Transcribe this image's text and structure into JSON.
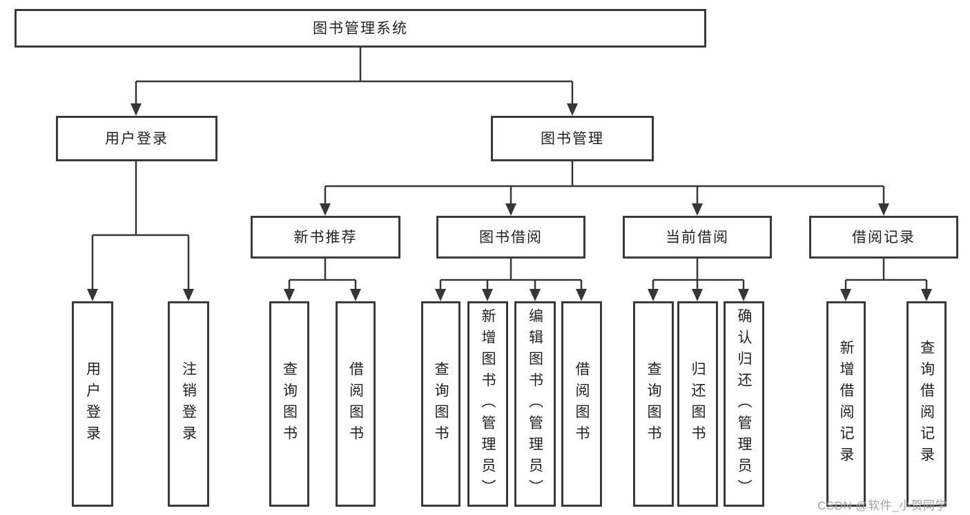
{
  "diagram": {
    "type": "hierarchy-tree",
    "colors": {
      "line": "#363636",
      "box_border": "#3a3a3a",
      "text": "#1f1f1f",
      "background": "#ffffff",
      "watermark": "#a3a3a3"
    },
    "tree": {
      "root": {
        "label": "图书管理系统"
      },
      "branches": [
        {
          "label": "用户登录",
          "leaves": [
            {
              "label": "用户登录"
            },
            {
              "label": "注销登录"
            }
          ]
        },
        {
          "label": "图书管理",
          "groups": [
            {
              "label": "新书推荐",
              "leaves": [
                {
                  "label": "查询图书"
                },
                {
                  "label": "借阅图书"
                }
              ]
            },
            {
              "label": "图书借阅",
              "leaves": [
                {
                  "label": "查询图书"
                },
                {
                  "label": "新增图书（管理员）"
                },
                {
                  "label": "编辑图书（管理员）"
                },
                {
                  "label": "借阅图书"
                }
              ]
            },
            {
              "label": "当前借阅",
              "leaves": [
                {
                  "label": "查询图书"
                },
                {
                  "label": "归还图书"
                },
                {
                  "label": "确认归还（管理员）"
                }
              ]
            },
            {
              "label": "借阅记录",
              "leaves": [
                {
                  "label": "新增借阅记录"
                },
                {
                  "label": "查询借阅记录"
                }
              ]
            }
          ]
        }
      ]
    }
  },
  "watermark": {
    "text": "CSDN @软件_小贺同学"
  }
}
